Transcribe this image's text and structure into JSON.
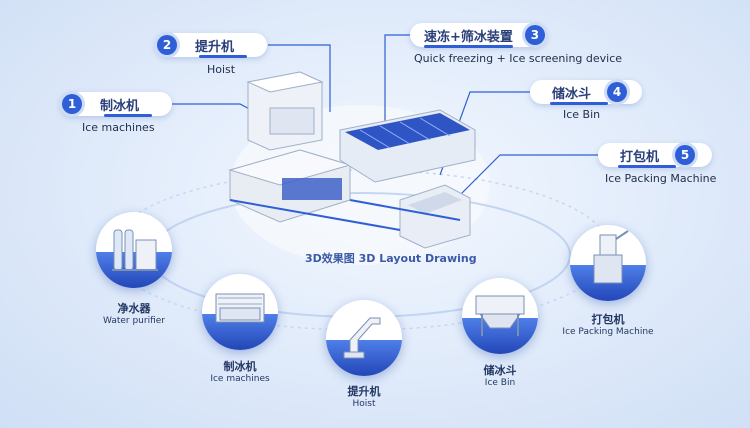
{
  "callouts": [
    {
      "num": "1",
      "cn": "制冰机",
      "en": "Ice machines"
    },
    {
      "num": "2",
      "cn": "提升机",
      "en": "Hoist"
    },
    {
      "num": "3",
      "cn": "速冻+筛冰装置",
      "en": "Quick freezing + Ice screening device"
    },
    {
      "num": "4",
      "cn": "储冰斗",
      "en": "Ice Bin"
    },
    {
      "num": "5",
      "cn": "打包机",
      "en": "Ice Packing Machine"
    }
  ],
  "center_label": {
    "cn": "3D效果图",
    "en": "3D Layout Drawing"
  },
  "steps": [
    {
      "cn": "净水器",
      "en": "Water purifier",
      "icon": "water-purifier-icon"
    },
    {
      "cn": "制冰机",
      "en": "Ice machines",
      "icon": "ice-machine-icon"
    },
    {
      "cn": "提升机",
      "en": "Hoist",
      "icon": "hoist-icon"
    },
    {
      "cn": "储冰斗",
      "en": "Ice Bin",
      "icon": "ice-bin-icon"
    },
    {
      "cn": "打包机",
      "en": "Ice Packing Machine",
      "icon": "packing-machine-icon"
    }
  ],
  "colors": {
    "accent": "#2f5fd6",
    "background": "#dfeafa"
  }
}
